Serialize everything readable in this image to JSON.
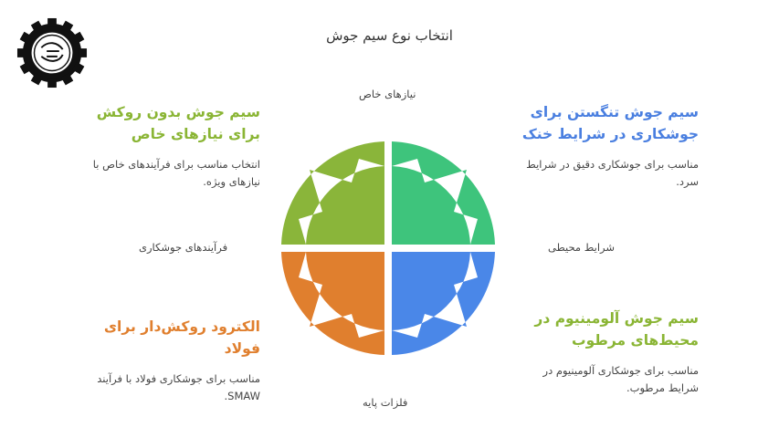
{
  "title": "انتخاب نوع سیم جوش",
  "axes": {
    "top": "نیازهای خاص",
    "left": "فرآیندهای جوشکاری",
    "right": "شرایط محیطی",
    "bottom": "فلزات پایه"
  },
  "items": [
    {
      "heading": "سیم جوش بدون روکش برای نیازهای خاص",
      "description": "انتخاب مناسب برای فرآیندهای خاص با نیازهای ویژه.",
      "color": "#8ab534"
    },
    {
      "heading": "سیم جوش تنگستن برای جوشکاری در شرایط خنک",
      "description": "مناسب برای جوشکاری دقیق در شرایط سرد.",
      "color": "#4a7fe0"
    },
    {
      "heading": "الکترود روکش‌دار برای فولاد",
      "description": "مناسب برای جوشکاری فولاد با فرآیند SMAW.",
      "color": "#e07f2e"
    },
    {
      "heading": "سیم جوش آلومینیوم در محیط‌های مرطوب",
      "description": "مناسب برای جوشکاری آلومینیوم در شرایط مرطوب.",
      "color": "#8ab534"
    }
  ],
  "segments": {
    "top_left": "#8ab53a",
    "top_right": "#3ec47c",
    "bottom_right": "#4a87e8",
    "bottom_left": "#e07f2e"
  }
}
